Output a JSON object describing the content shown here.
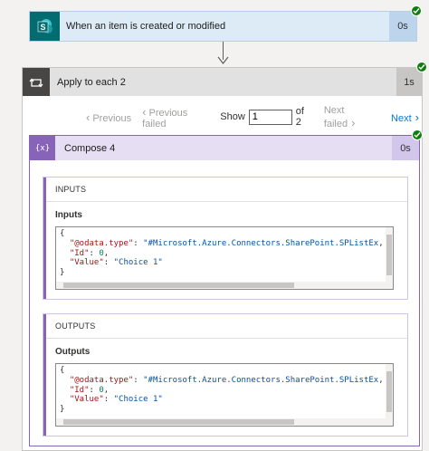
{
  "trigger": {
    "title": "When an item is created or modified",
    "duration": "0s"
  },
  "apply_each": {
    "title": "Apply to each 2",
    "duration": "1s"
  },
  "pager": {
    "previous": "Previous",
    "previous_failed": "Previous failed",
    "show": "Show",
    "page": "1",
    "of": "of 2",
    "next_failed": "Next failed",
    "next": "Next"
  },
  "compose": {
    "title": "Compose 4",
    "duration": "0s"
  },
  "inputs": {
    "header": "INPUTS",
    "label": "Inputs",
    "lines": [
      {
        "open": "{"
      },
      {
        "key": "\"@odata.type\"",
        "sep": ": ",
        "val": "\"#Microsoft.Azure.Connectors.SharePoint.SPListEx",
        "type": "s"
      },
      {
        "key": "\"Id\"",
        "sep": ": ",
        "val": "0",
        "type": "n",
        "trail": ","
      },
      {
        "key": "\"Value\"",
        "sep": ": ",
        "val": "\"Choice 1\"",
        "type": "s"
      },
      {
        "open": "}"
      }
    ]
  },
  "outputs": {
    "header": "OUTPUTS",
    "label": "Outputs",
    "lines": [
      {
        "open": "{"
      },
      {
        "key": "\"@odata.type\"",
        "sep": ": ",
        "val": "\"#Microsoft.Azure.Connectors.SharePoint.SPListEx",
        "type": "s"
      },
      {
        "key": "\"Id\"",
        "sep": ": ",
        "val": "0",
        "type": "n",
        "trail": ","
      },
      {
        "key": "\"Value\"",
        "sep": ": ",
        "val": "\"Choice 1\"",
        "type": "s"
      },
      {
        "open": "}"
      }
    ]
  },
  "colors": {
    "success": "#107c10",
    "compose_accent": "#8764b8",
    "link": "#0078d4",
    "sharepoint": "#036c70"
  }
}
